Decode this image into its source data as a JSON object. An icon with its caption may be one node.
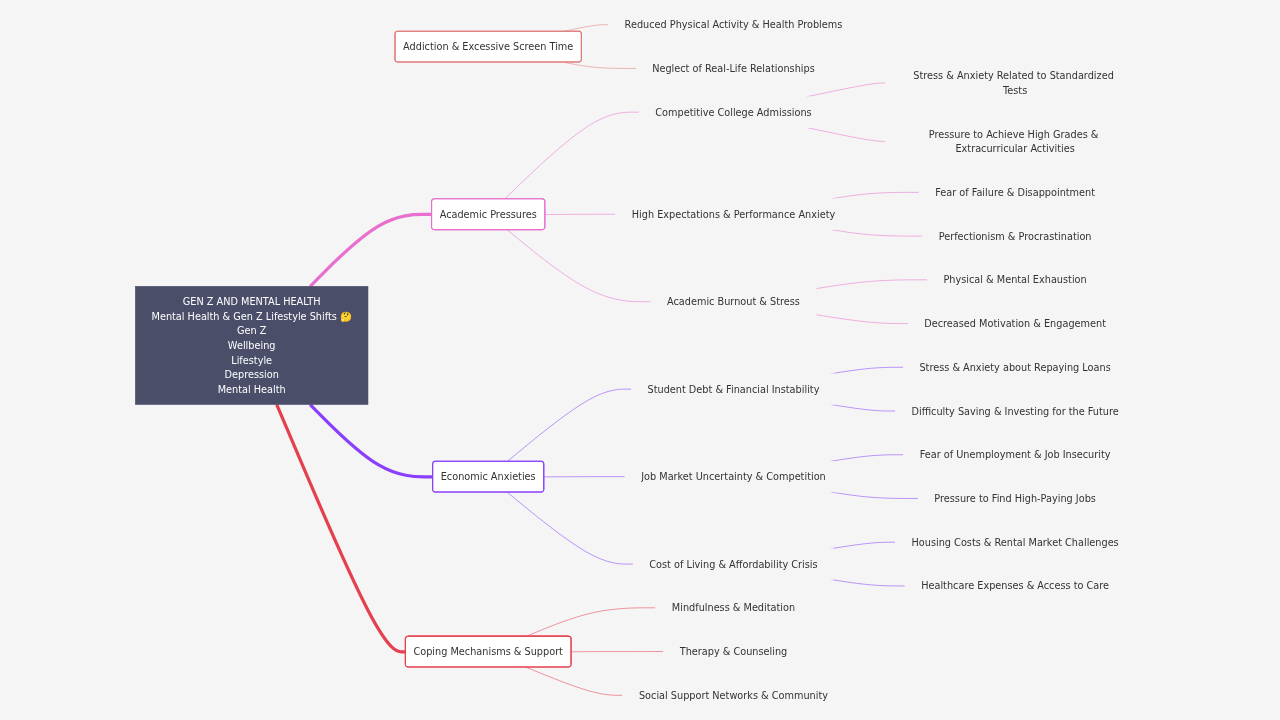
{
  "diagram": {
    "nodes": [
      {
        "text": [
          "GEN Z AND MENTAL HEALTH",
          "Mental Health & Gen Z Lifestyle Shifts 🤔",
          "Gen Z",
          "Wellbeing",
          "Lifestyle",
          "Depression",
          "Mental Health"
        ]
      },
      {
        "text": [
          "Addiction & Excessive Screen Time"
        ]
      },
      {
        "text": [
          "Reduced Physical Activity & Health Problems"
        ]
      },
      {
        "text": [
          "Neglect of Real-Life Relationships"
        ]
      },
      {
        "text": [
          "Academic Pressures"
        ]
      },
      {
        "text": [
          "Competitive College Admissions"
        ]
      },
      {
        "text": [
          "Stress & Anxiety Related to Standardized Tests"
        ]
      },
      {
        "text": [
          "Pressure to Achieve High Grades & Extracurricular Activities"
        ]
      },
      {
        "text": [
          "High Expectations & Performance Anxiety"
        ]
      },
      {
        "text": [
          "Fear of Failure & Disappointment"
        ]
      },
      {
        "text": [
          "Perfectionism & Procrastination"
        ]
      },
      {
        "text": [
          "Academic Burnout & Stress"
        ]
      },
      {
        "text": [
          "Physical & Mental Exhaustion"
        ]
      },
      {
        "text": [
          "Decreased Motivation & Engagement"
        ]
      },
      {
        "text": [
          "Economic Anxieties"
        ]
      },
      {
        "text": [
          "Student Debt & Financial Instability"
        ]
      },
      {
        "text": [
          "Stress & Anxiety about Repaying Loans"
        ]
      },
      {
        "text": [
          "Difficulty Saving & Investing for the Future"
        ]
      },
      {
        "text": [
          "Job Market Uncertainty & Competition"
        ]
      },
      {
        "text": [
          "Fear of Unemployment & Job Insecurity"
        ]
      },
      {
        "text": [
          "Pressure to Find High-Paying Jobs"
        ]
      },
      {
        "text": [
          "Cost of Living & Affordability Crisis"
        ]
      },
      {
        "text": [
          "Housing Costs & Rental Market Challenges"
        ]
      },
      {
        "text": [
          "Healthcare Expenses & Access to Care"
        ]
      },
      {
        "text": [
          "Coping Mechanisms & Support"
        ]
      },
      {
        "text": [
          "Mindfulness & Meditation"
        ]
      },
      {
        "text": [
          "Therapy & Counseling"
        ]
      },
      {
        "text": [
          "Social Support Networks & Community"
        ]
      }
    ],
    "edges": [
      {
        "from": 1,
        "to": 2,
        "arrow": "none",
        "color": "#e07a7a"
      },
      {
        "from": 1,
        "to": 3,
        "arrow": "none",
        "color": "#e07a7a"
      },
      {
        "from": 0,
        "to": 4,
        "arrow": "none",
        "style": "thick",
        "color": "#e86fd0"
      },
      {
        "from": 4,
        "to": 5,
        "arrow": "none",
        "color": "#e86fd0"
      },
      {
        "from": 5,
        "to": 6,
        "arrow": "none",
        "color": "#e86fd0"
      },
      {
        "from": 5,
        "to": 7,
        "arrow": "none",
        "color": "#e86fd0"
      },
      {
        "from": 4,
        "to": 8,
        "arrow": "none",
        "color": "#e86fd0"
      },
      {
        "from": 8,
        "to": 9,
        "arrow": "none",
        "color": "#e86fd0"
      },
      {
        "from": 8,
        "to": 10,
        "arrow": "none",
        "color": "#e86fd0"
      },
      {
        "from": 4,
        "to": 11,
        "arrow": "none",
        "color": "#e86fd0"
      },
      {
        "from": 11,
        "to": 12,
        "arrow": "none",
        "color": "#e86fd0"
      },
      {
        "from": 11,
        "to": 13,
        "arrow": "none",
        "color": "#e86fd0"
      },
      {
        "from": 0,
        "to": 14,
        "arrow": "none",
        "style": "thick",
        "color": "#8a3ffc"
      },
      {
        "from": 14,
        "to": 15,
        "arrow": "none",
        "color": "#8a3ffc"
      },
      {
        "from": 15,
        "to": 16,
        "arrow": "none",
        "color": "#8a3ffc"
      },
      {
        "from": 15,
        "to": 17,
        "arrow": "none",
        "color": "#8a3ffc"
      },
      {
        "from": 14,
        "to": 18,
        "arrow": "none",
        "color": "#8a3ffc"
      },
      {
        "from": 18,
        "to": 19,
        "arrow": "none",
        "color": "#8a3ffc"
      },
      {
        "from": 18,
        "to": 20,
        "arrow": "none",
        "color": "#8a3ffc"
      },
      {
        "from": 14,
        "to": 21,
        "arrow": "none",
        "color": "#8a3ffc"
      },
      {
        "from": 21,
        "to": 22,
        "arrow": "none",
        "color": "#8a3ffc"
      },
      {
        "from": 21,
        "to": 23,
        "arrow": "none",
        "color": "#8a3ffc"
      },
      {
        "from": 0,
        "to": 24,
        "arrow": "none",
        "style": "thick",
        "color": "#e5404f"
      },
      {
        "from": 24,
        "to": 25,
        "arrow": "none",
        "color": "#e5404f"
      },
      {
        "from": 24,
        "to": 26,
        "arrow": "none",
        "color": "#e5404f"
      },
      {
        "from": 24,
        "to": 27,
        "arrow": "none",
        "color": "#e5404f"
      }
    ]
  }
}
